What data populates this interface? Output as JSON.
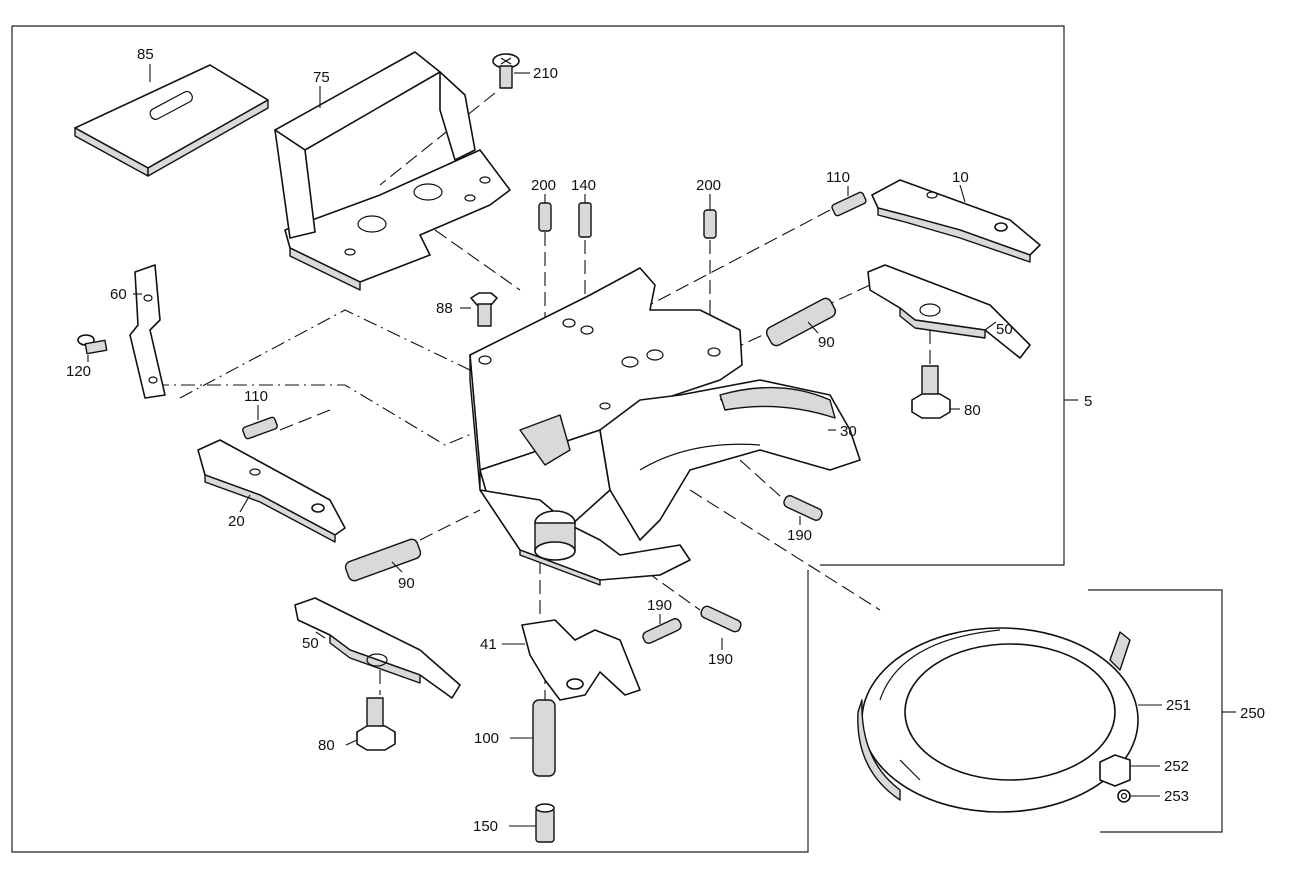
{
  "labels": {
    "l85": "85",
    "l75": "75",
    "l210": "210",
    "l200a": "200",
    "l140": "140",
    "l200b": "200",
    "l110a": "110",
    "l10": "10",
    "l60": "60",
    "l88": "88",
    "l120": "120",
    "l90a": "90",
    "l50a": "50",
    "l110b": "110",
    "l80a": "80",
    "l5": "5",
    "l30": "30",
    "l20": "20",
    "l190a": "190",
    "l90b": "90",
    "l50b": "50",
    "l41": "41",
    "l190b": "190",
    "l190c": "190",
    "l80b": "80",
    "l100": "100",
    "l150": "150",
    "l251": "251",
    "l250": "250",
    "l252": "252",
    "l253": "253"
  }
}
